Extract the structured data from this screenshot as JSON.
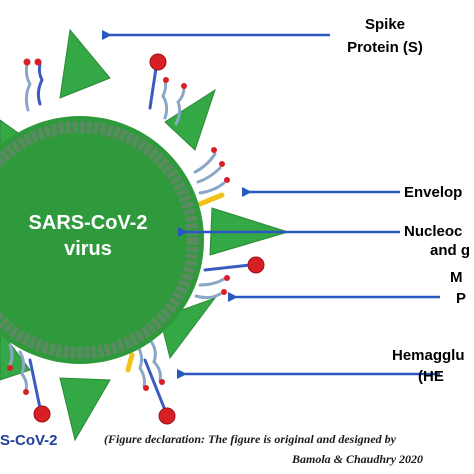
{
  "labels": {
    "spike_line1": "Spike",
    "spike_line2": "Protein (S)",
    "envelope": "Envelop",
    "nucleo_line1": "Nucleoc",
    "nucleo_line2": "and g",
    "membrane_line1": "M",
    "membrane_line2": "P",
    "hemag_line1": "Hemagglu",
    "hemag_line2": "(HE",
    "virus_line1": "SARS-CoV-2",
    "virus_line2": "virus",
    "bottom_title": "S-CoV-2"
  },
  "caption": {
    "line1": "(Figure declaration: The figure is original and designed by",
    "line2": "Bamola & Chaudhry 2020"
  },
  "colors": {
    "spike_green": "#33a844",
    "virus_green": "#2f9a3c",
    "arrow_blue": "#2b58c0",
    "knob_red": "#d81f26",
    "stalk_blue": "#3a5cc0",
    "envelope_yellow": "#f2c21a"
  }
}
